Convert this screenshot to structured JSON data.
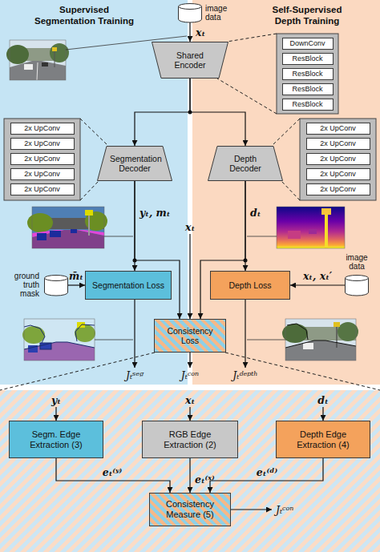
{
  "diagram": {
    "nodes": [
      {
        "text": [
          "Supervised Segmentation Training"
        ]
      },
      {
        "text": [
          "Self-Supervised Depth Training"
        ]
      },
      {
        "text": [
          "image data"
        ]
      },
      {
        "text": [
          "Shared Encoder"
        ]
      },
      {
        "text": [
          "DownConv"
        ],
        "in": 1
      },
      {
        "text": [
          "ResBlock"
        ],
        "in": 1
      },
      {
        "text": [
          "ResBlock"
        ],
        "in": 1
      },
      {
        "text": [
          "ResBlock"
        ],
        "in": 1
      },
      {
        "text": [
          "ResBlock"
        ],
        "in": 1
      },
      {
        "text": [
          "2x UpConv"
        ],
        "in": 0
      },
      {
        "text": [
          "2x UpConv"
        ],
        "in": 0
      },
      {
        "text": [
          "2x UpConv"
        ],
        "in": 0
      },
      {
        "text": [
          "2x UpConv"
        ],
        "in": 0
      },
      {
        "text": [
          "2x UpConv"
        ],
        "in": 0
      },
      {
        "text": [
          "Segmentation Decoder"
        ],
        "in": 0
      },
      {
        "text": [
          "Depth Decoder"
        ],
        "in": 1
      },
      {
        "text": [
          "2x UpConv"
        ],
        "in": 1
      },
      {
        "text": [
          "2x UpConv"
        ],
        "in": 1
      },
      {
        "text": [
          "2x UpConv"
        ],
        "in": 1
      },
      {
        "text": [
          "2x UpConv"
        ],
        "in": 1
      },
      {
        "text": [
          "2x UpConv"
        ],
        "in": 1
      },
      {
        "text": [
          "ground truth mask"
        ],
        "in": 0
      },
      {
        "text": [
          "Segmentation Loss"
        ],
        "in": 0
      },
      {
        "text": [
          "Consistency Loss"
        ]
      },
      {
        "text": [
          "Depth Loss"
        ],
        "in": 1
      },
      {
        "text": [
          "image data"
        ],
        "in": 1
      },
      {
        "text": [
          "Segm. Edge Extraction (3)"
        ]
      },
      {
        "text": [
          "RGB Edge Extraction (2)"
        ]
      },
      {
        "text": [
          "Depth Edge Extraction (4)"
        ]
      },
      {
        "text": [
          "Consistency Measure (5)"
        ]
      }
    ],
    "edges": [
      {
        "from": 2,
        "to": 3,
        "arrow": "to",
        "label": "xₜ"
      },
      {
        "from": 3,
        "to": 14,
        "arrow": "to"
      },
      {
        "from": 3,
        "to": 15,
        "arrow": "to"
      },
      {
        "from": 14,
        "to": 22,
        "arrow": "to",
        "label": "yₜ, mₜ"
      },
      {
        "from": 14,
        "to": 23,
        "arrow": "to"
      },
      {
        "from": 15,
        "to": 24,
        "arrow": "to",
        "label": "dₜ"
      },
      {
        "from": 15,
        "to": 23,
        "arrow": "to"
      },
      {
        "from": 21,
        "to": 22,
        "arrow": "to",
        "label": "m̄ₜ"
      },
      {
        "from": 25,
        "to": 24,
        "arrow": "to",
        "label": "xₜ, xₜ′"
      },
      {
        "from": 26,
        "to": 29,
        "arrow": "to",
        "label": "eₜ⁽ʸ⁾"
      },
      {
        "from": 27,
        "to": 29,
        "arrow": "to",
        "label": "eₜ⁽ˣ⁾"
      },
      {
        "from": 28,
        "to": 29,
        "arrow": "to",
        "label": "eₜ⁽ᵈ⁾"
      }
    ],
    "labels": [
      "xₜ",
      "Jₜˢᵉᵍ",
      "Jₜᶜᵒⁿ",
      "Jₜᵈᵉᵖᵗʰ",
      "yₜ",
      "xₜ",
      "dₜ",
      "Jₜᶜᵒⁿ"
    ]
  }
}
